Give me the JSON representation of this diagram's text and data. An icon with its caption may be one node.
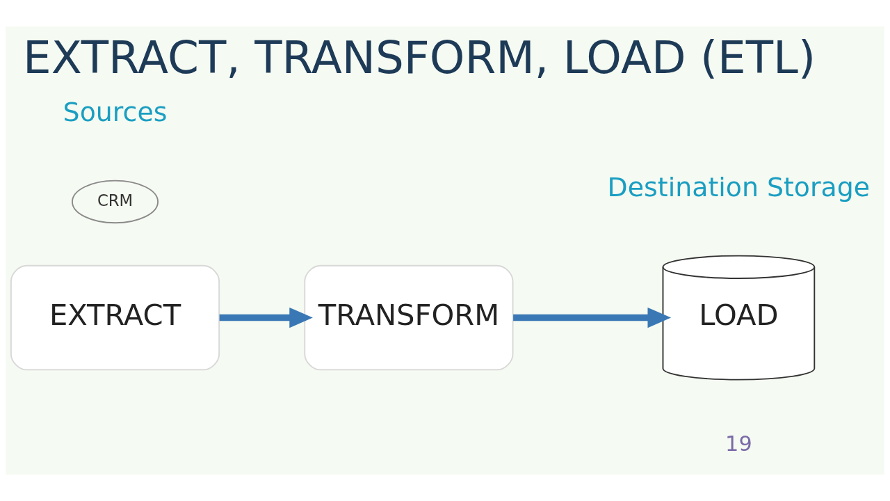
{
  "diagram": {
    "title": "EXTRACT, TRANSFORM, LOAD (ETL)",
    "nodes": [
      {
        "text": [
          "CRM"
        ]
      },
      {
        "text": [
          "EXTRACT"
        ]
      },
      {
        "text": [
          "TRANSFORM"
        ]
      },
      {
        "text": [
          "LOAD"
        ],
        "beside": [
          "Destination Storage"
        ]
      }
    ],
    "edges": [
      {
        "from": 1,
        "to": 2,
        "arrow": "to"
      },
      {
        "from": 2,
        "to": 3,
        "arrow": "to"
      }
    ],
    "labels": [
      "Sources",
      "19"
    ]
  }
}
